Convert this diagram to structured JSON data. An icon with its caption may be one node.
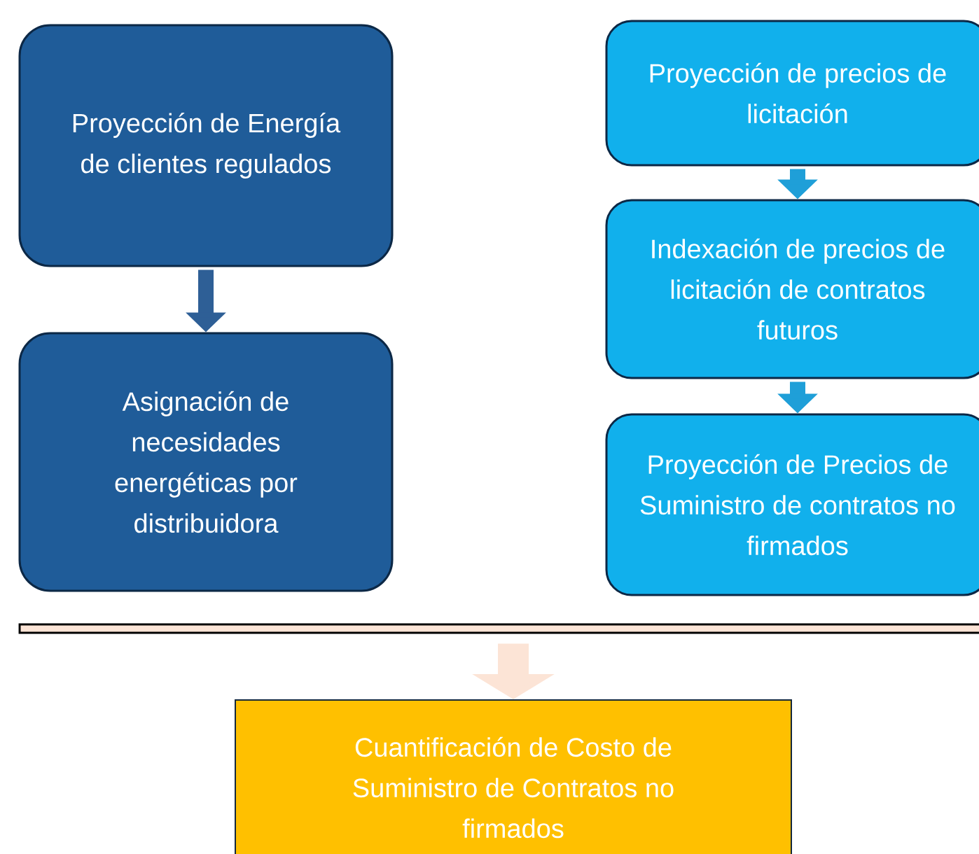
{
  "diagram": {
    "nodes": [
      {
        "text": [
          "Proyección de Energía de clientes regulados"
        ]
      },
      {
        "text": [
          "Proyección de precios de licitación"
        ]
      },
      {
        "text": [
          "Indexación de precios de licitación de contratos futuros"
        ]
      },
      {
        "text": [
          "Asignación de necesidades energéticas por distribuidora"
        ]
      },
      {
        "text": [
          "Proyección de Precios de Suministro de contratos no firmados"
        ]
      },
      {
        "text": [],
        "shape": "bar"
      },
      {
        "text": [
          "Cuantificación de Costo de Suministro de Contratos no firmados"
        ]
      }
    ],
    "edges": [
      {
        "from": 0,
        "to": 3,
        "arrow": "to",
        "color": "#2e5f96"
      },
      {
        "from": 1,
        "to": 2,
        "arrow": "to",
        "color": "#1f9fd8"
      },
      {
        "from": 2,
        "to": 4,
        "arrow": "to",
        "color": "#1f9fd8"
      },
      {
        "from": 5,
        "to": 6,
        "arrow": "to",
        "color": "#fce4d6",
        "style": "thick"
      }
    ]
  }
}
